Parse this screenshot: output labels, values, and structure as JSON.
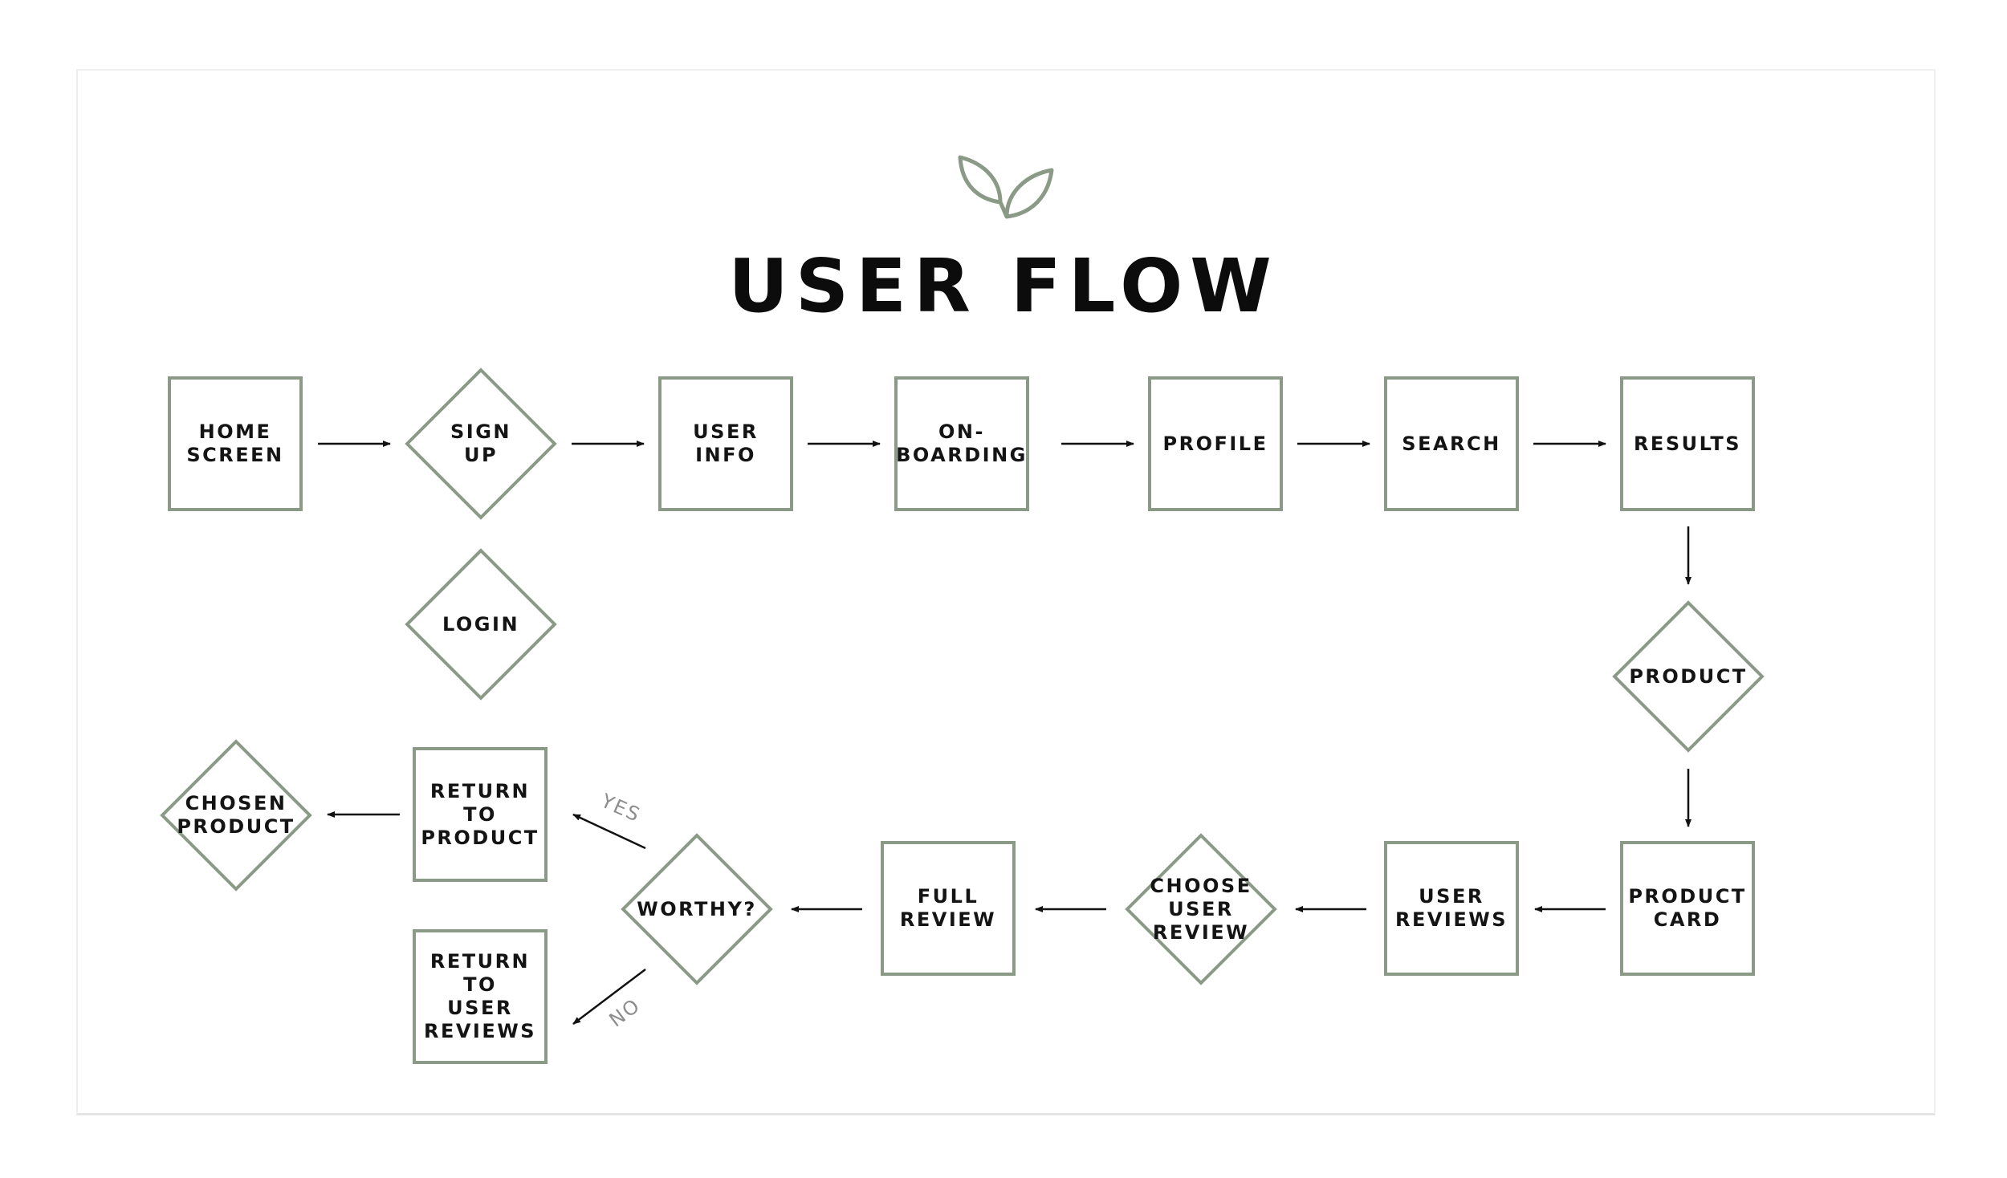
{
  "title": "USER FLOW",
  "colors": {
    "node_border": "#8a9a87",
    "logo": "#8a9a87",
    "arrow": "#111111",
    "edge_label": "#8d8d8d"
  },
  "nodes": {
    "home_screen": "HOME\nSCREEN",
    "sign_up": "SIGN\nUP",
    "user_info": "USER\nINFO",
    "onboarding": "ON-\nBOARDING",
    "profile": "PROFILE",
    "search": "SEARCH",
    "results": "RESULTS",
    "login": "LOGIN",
    "product": "PRODUCT",
    "product_card": "PRODUCT\nCARD",
    "user_reviews": "USER\nREVIEWS",
    "choose_user_review": "CHOOSE\nUSER\nREVIEW",
    "full_review": "FULL\nREVIEW",
    "worthy": "WORTHY?",
    "return_to_product": "RETURN\nTO\nPRODUCT",
    "return_to_user_reviews": "RETURN\nTO\nUSER\nREVIEWS",
    "chosen_product": "CHOSEN\nPRODUCT"
  },
  "edge_labels": {
    "yes": "YES",
    "no": "NO"
  }
}
